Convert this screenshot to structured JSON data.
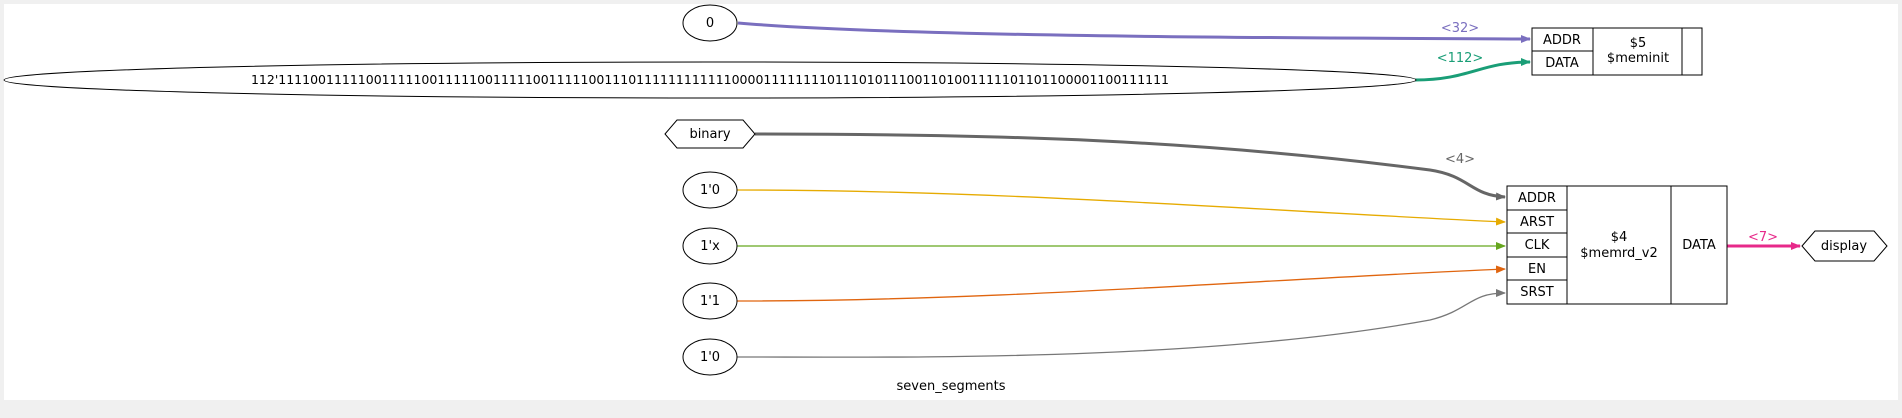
{
  "title": "seven_segments",
  "inputs": {
    "const_zero": "0",
    "init_value": "112'1111001111100111110011111001111100111110011101111111111110000111111110111010111001101001111101101100001100111111",
    "binary": "binary",
    "arst_const": "1'0",
    "clk_const": "1'x",
    "en_const": "1'1",
    "srst_const": "1'0"
  },
  "output": "display",
  "meminit": {
    "id": "$5",
    "type": "$meminit",
    "ports": [
      "ADDR",
      "DATA"
    ]
  },
  "memrd": {
    "id": "$4",
    "type": "$memrd_v2",
    "ports": [
      "ADDR",
      "ARST",
      "CLK",
      "EN",
      "SRST"
    ],
    "out_port": "DATA"
  },
  "wire_labels": {
    "addr_width": "<32>",
    "data_width": "<112>",
    "binary_width": "<4>",
    "display_width": "<7>"
  },
  "colors": {
    "addr": "#7a6fbf",
    "data": "#1a9e77",
    "binary": "#666666",
    "arst": "#e6ab02",
    "clk": "#66a61e",
    "en": "#e0650f",
    "srst": "#777777",
    "display": "#e7298a"
  }
}
